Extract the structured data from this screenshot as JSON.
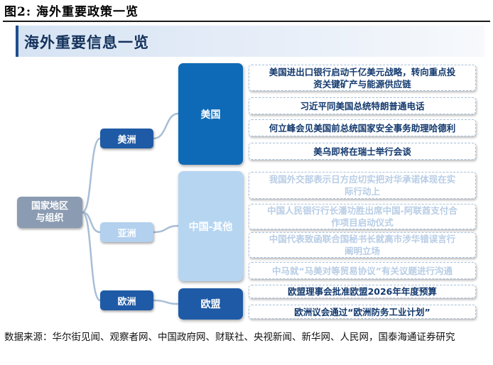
{
  "figure": {
    "title": "图2:  海外重要政策一览",
    "banner": "海外重要信息一览"
  },
  "root": {
    "label_line1": "国家地区",
    "label_line2": "与组织"
  },
  "regions": [
    {
      "label": "美洲"
    },
    {
      "label": "亚洲"
    },
    {
      "label": "欧洲"
    }
  ],
  "entities": [
    {
      "label": "美国"
    },
    {
      "label": "中国-其他"
    },
    {
      "label": "欧盟"
    }
  ],
  "items": {
    "us": [
      {
        "line1": "美国进出口银行启动千亿美元战略，转向重点投",
        "line2": "资关键矿产与能源供应链"
      },
      {
        "line1": "习近平同美国总统特朗普通电话",
        "line2": ""
      },
      {
        "line1": "何立峰会见美国前总统国家安全事务助理哈德利",
        "line2": ""
      },
      {
        "line1": "美乌即将在瑞士举行会谈",
        "line2": ""
      }
    ],
    "cn": [
      {
        "line1": "我国外交部表示日方应切实把对华承诺体现在实",
        "line2": "际行动上"
      },
      {
        "line1": "中国人民银行行长潘功胜出席中国-阿联酋支付合",
        "line2": "作项目启动仪式"
      },
      {
        "line1": "中国代表致函联合国秘书长就高市涉华错误言行",
        "line2": "阐明立场"
      },
      {
        "line1": "中马就“马美对等贸易协议”有关议题进行沟通",
        "line2": ""
      }
    ],
    "eu": [
      {
        "line1": "欧盟理事会批准欧盟2026年年度预算",
        "line2": ""
      },
      {
        "line1": "欧洲议会通过“欧洲防务工业计划”",
        "line2": ""
      }
    ]
  },
  "source": "数据来源：华尔街见闻、观察者网、中国政府网、财联社、央视新闻、新华网、人民网，国泰海通证券研究",
  "colors": {
    "title_navy": "#14325c",
    "dark_blue": "#1f5aa6",
    "us_blue": "#0e6ab6",
    "light_blue": "#b6d5f1",
    "root_gray": "#8a9bb2",
    "connector": "#a8bed6"
  }
}
